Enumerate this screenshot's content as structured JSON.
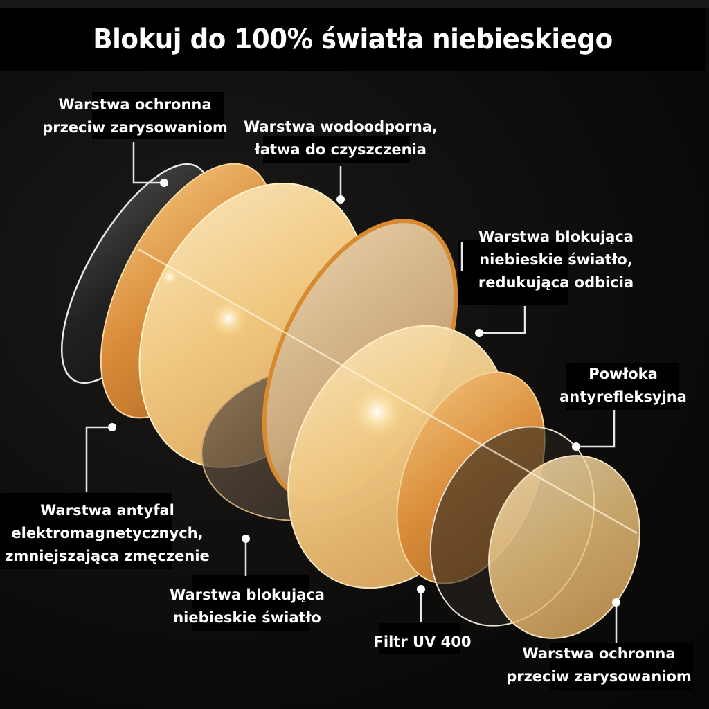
{
  "title": "Blokuj do 100% światła niebieskiego",
  "colors": {
    "background": "#0b0a09",
    "title_bar": "#000000",
    "text": "#ffffff",
    "lens_gold_light": "#f3d39a",
    "lens_gold_mid": "#e2a95a",
    "lens_amber": "#c77a2e",
    "lens_dark": "#1e1c1b",
    "connector": "#e6e6e6"
  },
  "labels": {
    "top_left": {
      "line1": "Warstwa ochronna",
      "line2": "przeciw zarysowaniom"
    },
    "top_center": {
      "line1": "Warstwa wodoodporna,",
      "line2": "łatwa do czyszczenia"
    },
    "right_upper": {
      "line1": "Warstwa blokująca",
      "line2": "niebieskie światło,",
      "line3": "redukująca odbicia"
    },
    "right_middle": {
      "line1": "Powłoka",
      "line2": "antyrefleksyjna"
    },
    "left_lower": {
      "line1": "Warstwa antyfal",
      "line2": "elektromagnetycznych,",
      "line3": "zmniejszająca zmęczenie"
    },
    "bottom_center": {
      "line1": "Warstwa blokująca",
      "line2": "niebieskie światło"
    },
    "bottom_uv": {
      "line1": "Filtr UV 400"
    },
    "bottom_right": {
      "line1": "Warstwa ochronna",
      "line2": "przeciw zarysowaniom"
    }
  },
  "icons": {
    "lens_layers": "lens-layer-stack",
    "connector_dot": "callout-dot",
    "light_flare": "light-flare"
  }
}
